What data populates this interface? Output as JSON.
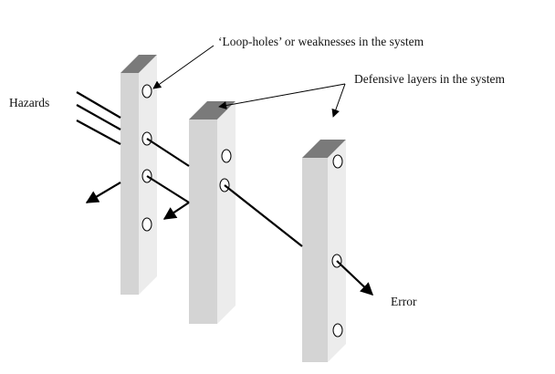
{
  "labels": {
    "loopholes": "‘Loop-holes’ or weaknesses in the system",
    "defensive_layers": "Defensive layers in the system",
    "hazards": "Hazards",
    "error": "Error"
  },
  "colors": {
    "slab_front": "#d4d4d4",
    "slab_side": "#ececec",
    "slab_top": "#7a7a7a",
    "ink": "#000000",
    "hole_fill": "#ffffff"
  }
}
